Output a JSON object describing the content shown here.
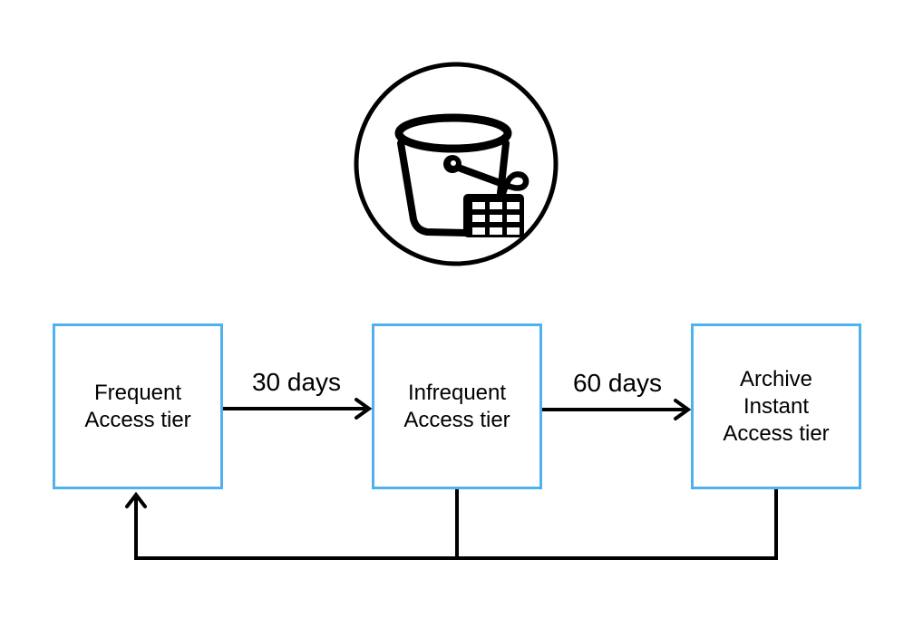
{
  "colors": {
    "box_border": "#4EB2F1",
    "line": "#000000",
    "text": "#000000"
  },
  "icon": {
    "name": "s3-bucket-icon"
  },
  "tiers": [
    {
      "id": "frequent",
      "label": "Frequent\nAccess tier"
    },
    {
      "id": "infrequent",
      "label": "Infrequent\nAccess tier"
    },
    {
      "id": "archive_instant",
      "label": "Archive\nInstant\nAccess tier"
    }
  ],
  "transitions": [
    {
      "from": "frequent",
      "to": "infrequent",
      "label": "30 days"
    },
    {
      "from": "infrequent",
      "to": "archive_instant",
      "label": "60 days"
    },
    {
      "from": "archive_instant",
      "to": "frequent",
      "label": ""
    }
  ]
}
